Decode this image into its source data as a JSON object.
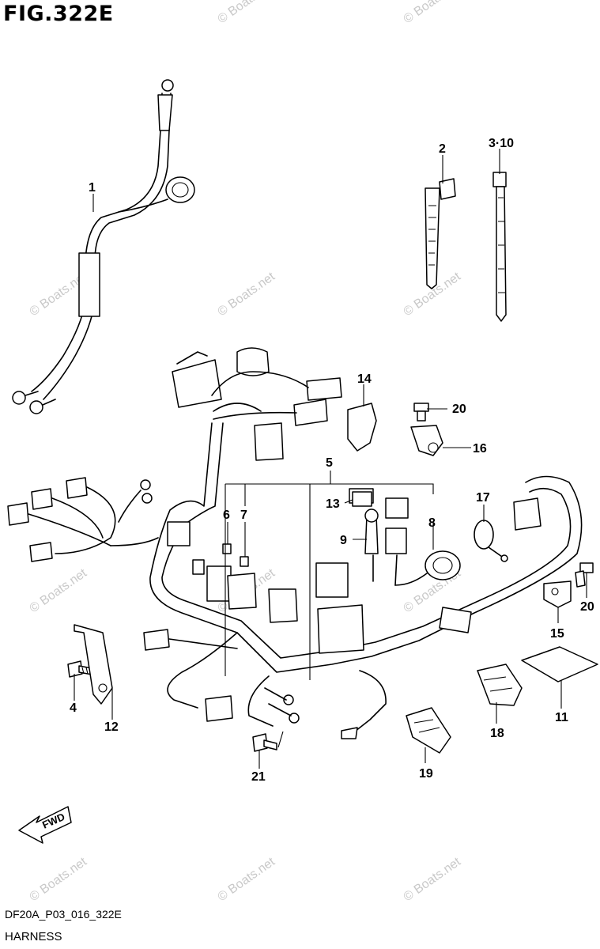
{
  "figure": {
    "title": "FIG.322E",
    "code": "DF20A_P03_016_322E",
    "caption": "HARNESS"
  },
  "watermark": "© Boats.net",
  "callouts": [
    {
      "id": "1",
      "label": "1"
    },
    {
      "id": "2",
      "label": "2"
    },
    {
      "id": "3",
      "label": "3·10"
    },
    {
      "id": "4",
      "label": "4"
    },
    {
      "id": "5",
      "label": "5"
    },
    {
      "id": "6",
      "label": "6"
    },
    {
      "id": "7",
      "label": "7"
    },
    {
      "id": "8",
      "label": "8"
    },
    {
      "id": "9",
      "label": "9"
    },
    {
      "id": "11",
      "label": "11"
    },
    {
      "id": "12",
      "label": "12"
    },
    {
      "id": "13",
      "label": "13"
    },
    {
      "id": "14",
      "label": "14"
    },
    {
      "id": "15",
      "label": "15"
    },
    {
      "id": "16",
      "label": "16"
    },
    {
      "id": "17",
      "label": "17"
    },
    {
      "id": "18",
      "label": "18"
    },
    {
      "id": "19",
      "label": "19"
    },
    {
      "id": "20a",
      "label": "20"
    },
    {
      "id": "20b",
      "label": "20"
    },
    {
      "id": "21",
      "label": "21"
    }
  ],
  "fwd_label": "FWD"
}
